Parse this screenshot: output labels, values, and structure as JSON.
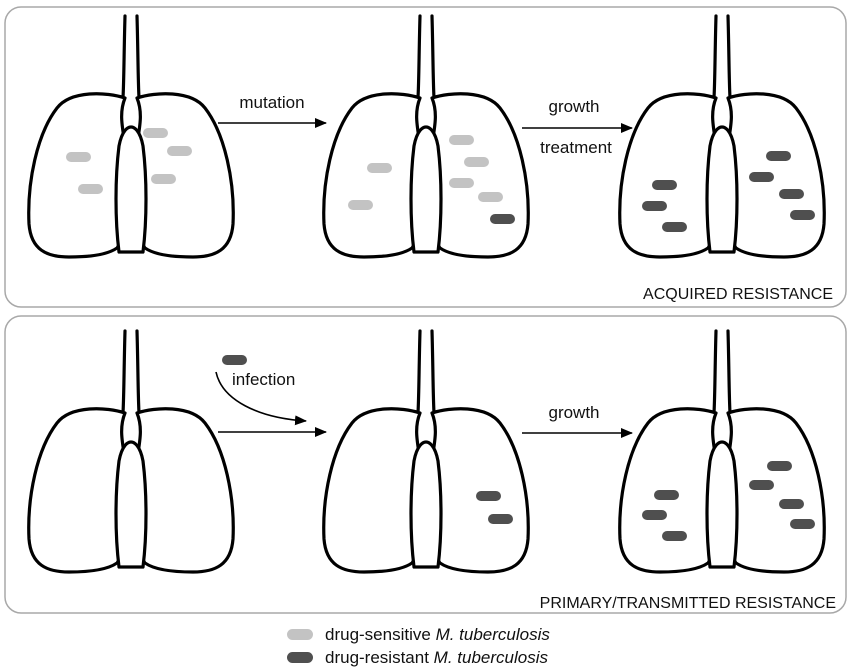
{
  "panels": [
    {
      "title": "ACQUIRED RESISTANCE",
      "steps": [
        {
          "label": "mutation"
        },
        {
          "label_top": "growth",
          "label_bottom": "treatment"
        }
      ]
    },
    {
      "title": "PRIMARY/TRANSMITTED RESISTANCE",
      "steps": [
        {
          "label": "infection"
        },
        {
          "label": "growth"
        }
      ]
    }
  ],
  "legend": {
    "sensitive": {
      "text": "drug-sensitive ",
      "italic": "M. tuberculosis",
      "color": "#c3c3c3"
    },
    "resistant": {
      "text": "drug-resistant ",
      "italic": "M. tuberculosis",
      "color": "#4f4f4f"
    }
  }
}
